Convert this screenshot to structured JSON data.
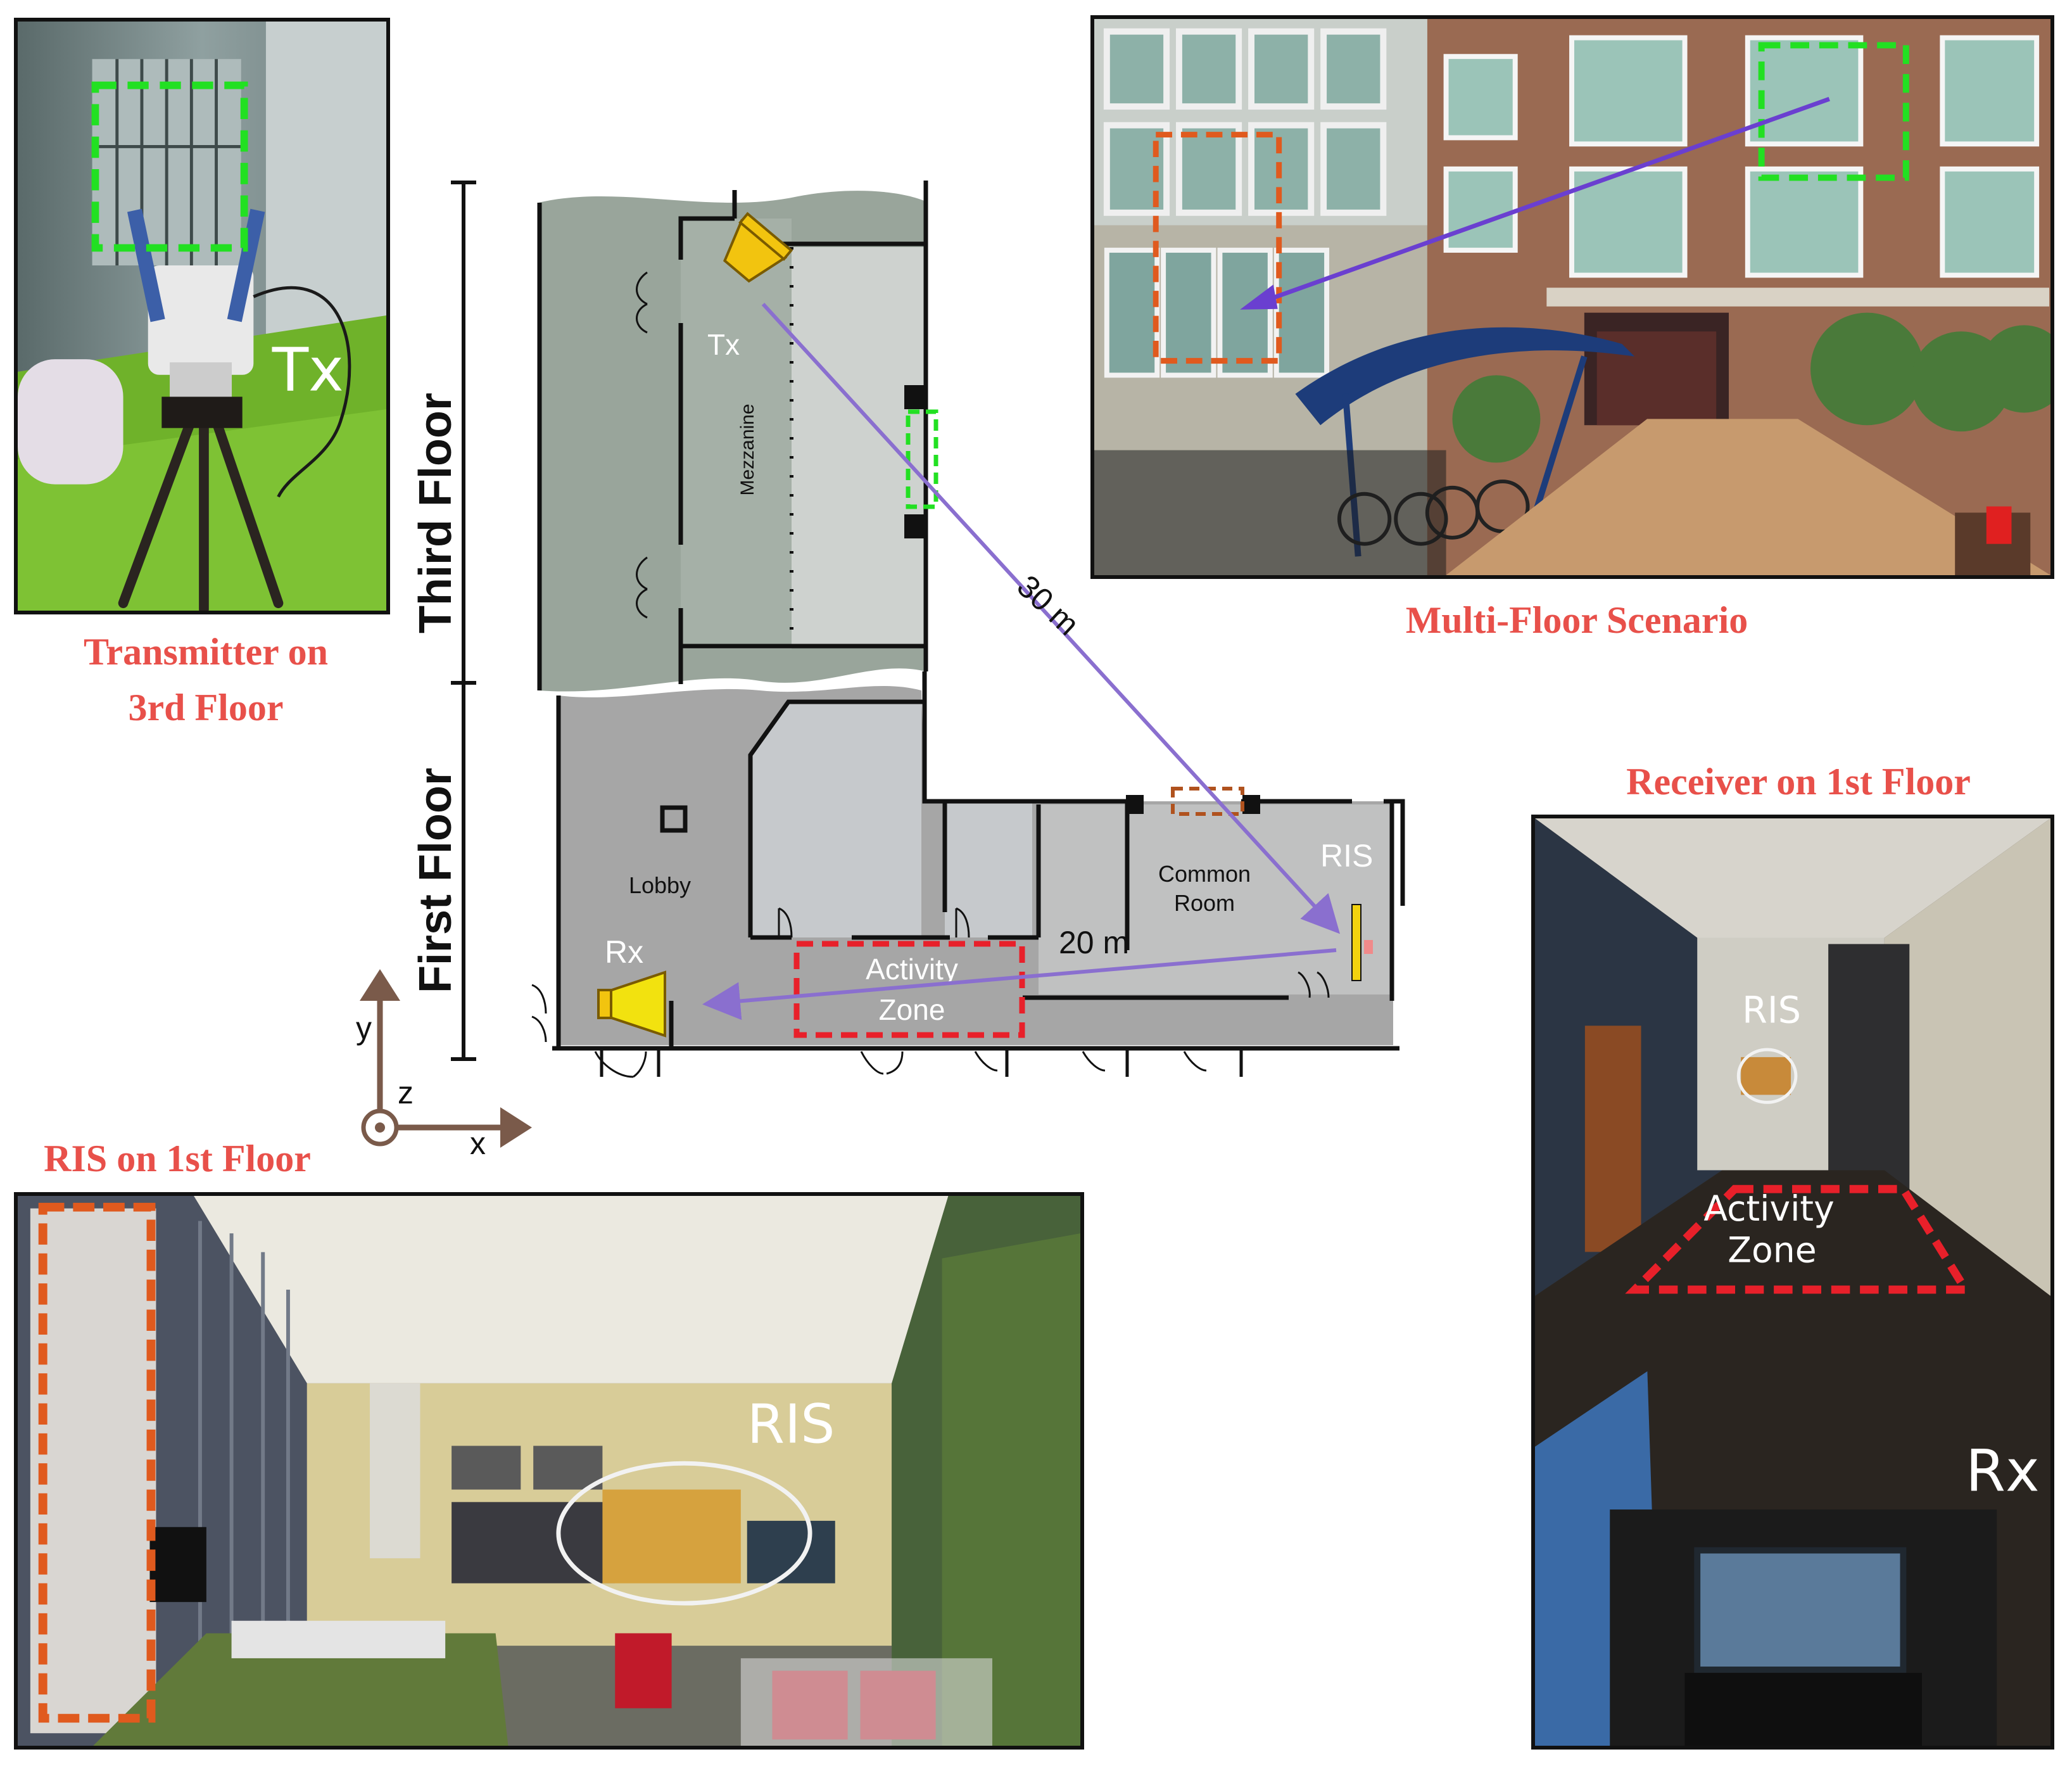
{
  "captions": {
    "transmitter": "Transmitter on\n3rd Floor",
    "multi_floor": "Multi-Floor Scenario",
    "receiver": "Receiver on 1st Floor",
    "ris_room": "RIS on 1st Floor"
  },
  "photo_overlays": {
    "tx_photo": "Tx",
    "ris_photo": "RIS",
    "rx_photo_ris": "RIS",
    "rx_photo_zone_1": "Activity",
    "rx_photo_zone_2": "Zone",
    "rx_photo_rx": "Rx"
  },
  "floor_plan": {
    "third_floor": "Third Floor",
    "first_floor": "First Floor",
    "tx": "Tx",
    "mezzanine": "Mezzanine",
    "distance_tx_ris": "30 m",
    "distance_ris_rx": "20 m",
    "lobby": "Lobby",
    "common_room_1": "Common",
    "common_room_2": "Room",
    "ris": "RIS",
    "rx": "Rx",
    "activity_zone_1": "Activity",
    "activity_zone_2": "Zone"
  },
  "axes": {
    "x": "x",
    "y": "y",
    "z": "z"
  },
  "colors": {
    "caption_red": "#e8504a",
    "beam_purple": "#8a6fcf",
    "green_box": "#22e022",
    "orange_box": "#e05a1e",
    "red_zone": "#e8202a",
    "antenna_yellow": "#f2c40f"
  }
}
